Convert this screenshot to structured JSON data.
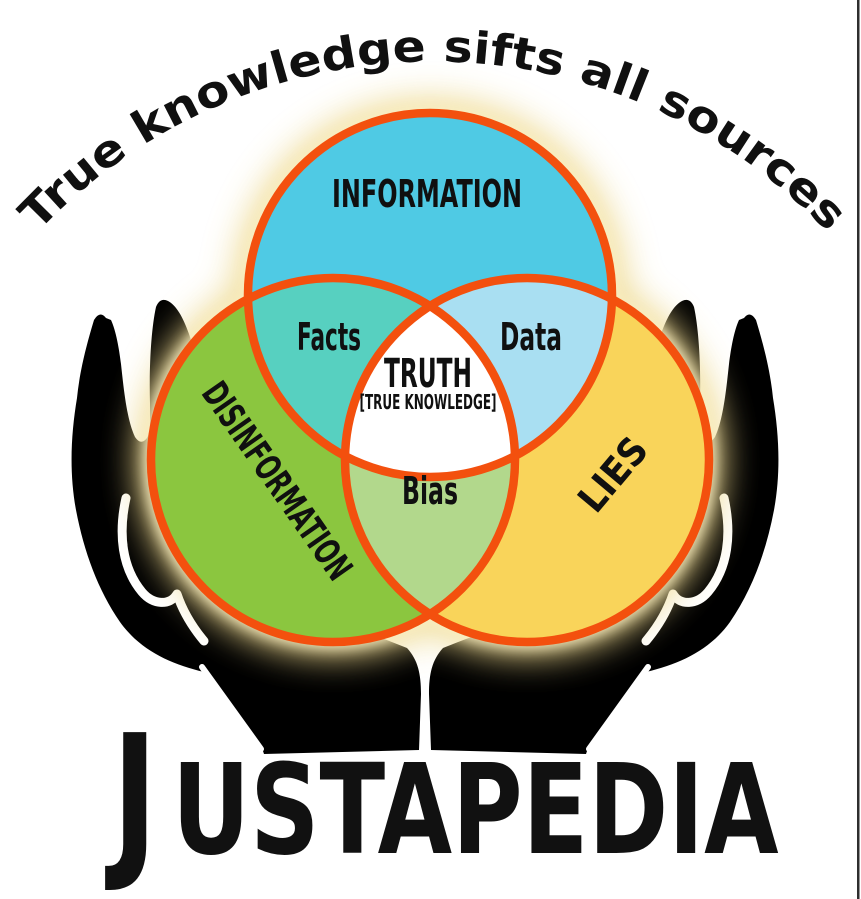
{
  "page": {
    "background": "#ffffff",
    "right_border_color": "#2e2e2e"
  },
  "arc_text": "True knowledge sifts all sources",
  "venn": {
    "stroke_color": "#F3500E",
    "text_color": "#101010",
    "circles": [
      {
        "id": "information",
        "label": "INFORMATION",
        "fill": "#4FCAE4"
      },
      {
        "id": "disinformation",
        "label": "DISINFORMATION",
        "fill": "#8BC63F"
      },
      {
        "id": "lies",
        "label": "LIES",
        "fill": "#F9D45A"
      }
    ],
    "intersections": [
      {
        "id": "facts",
        "label": "Facts",
        "fill": "#57D0C0"
      },
      {
        "id": "data",
        "label": "Data",
        "fill": "#A9DFF2"
      },
      {
        "id": "bias",
        "label": "Bias",
        "fill": "#B2D88C"
      }
    ],
    "center": {
      "title": "TRUTH",
      "subtitle": "[TRUE KNOWLEDGE]",
      "fill": "#FFFFFF"
    }
  },
  "hands": {
    "color": "#000000",
    "highlight_color": "#FFFFFF",
    "glow_inner": "#FBF1C8",
    "glow_outer": "#EDD88E"
  },
  "wordmark": {
    "initial": "J",
    "rest": "USTAPEDIA",
    "color": "#111111"
  }
}
